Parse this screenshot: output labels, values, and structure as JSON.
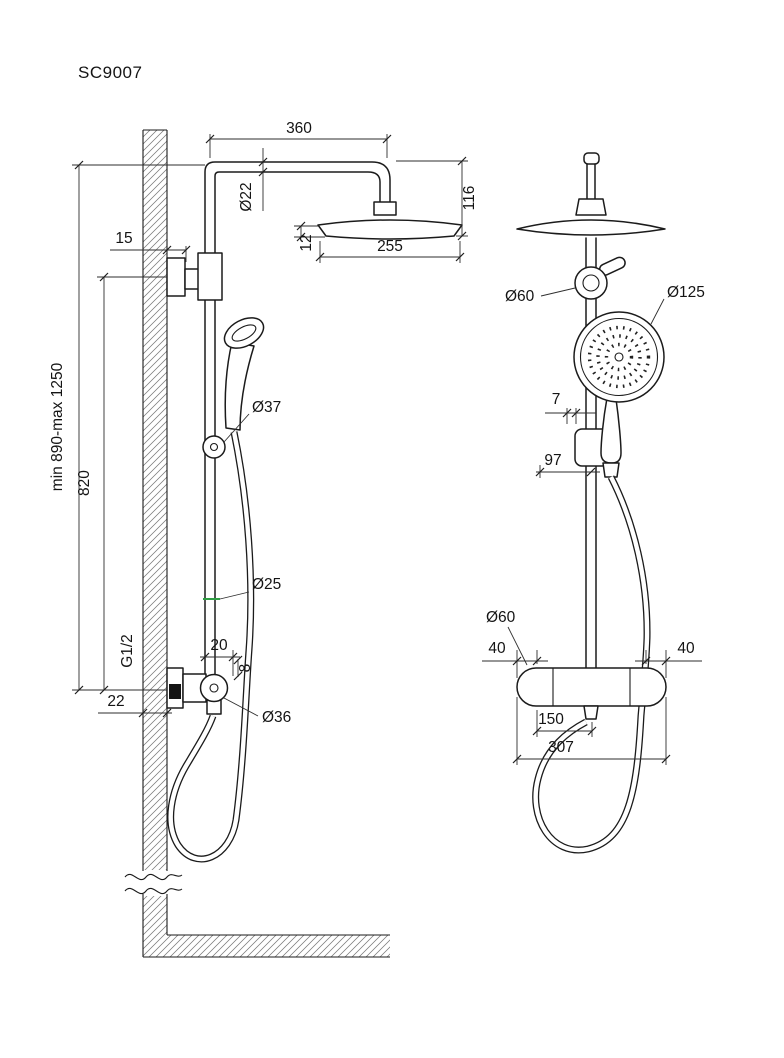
{
  "page": {
    "background": "#ffffff"
  },
  "drawing": {
    "model": "SC9007",
    "colors": {
      "line": "#1b1b1b",
      "dimension": "#2e2e2e",
      "accent": "#2f9e44"
    },
    "side_view": {
      "arm_length": "360",
      "arm_pipe_diameter": "Ø22",
      "head_drop": "116",
      "head_width": "255",
      "head_thickness": "12",
      "bracket_offset": "15",
      "height_range": "min 890-max 1250",
      "column_height": "820",
      "slider_diameter": "Ø37",
      "riser_diameter": "Ø25",
      "outlet_offset": "20",
      "thread_size": "G1/2",
      "outlet_drop": "8",
      "wall_thickness": "22",
      "handle_diameter": "Ø36"
    },
    "front_view": {
      "bracket_diameter": "Ø60",
      "handshower_diameter": "Ø125",
      "slider_gap": "7",
      "slider_width": "97",
      "mixer_end_diameter": "Ø60",
      "left_offset": "40",
      "right_offset": "40",
      "connection_span": "150",
      "mixer_width": "307"
    }
  }
}
